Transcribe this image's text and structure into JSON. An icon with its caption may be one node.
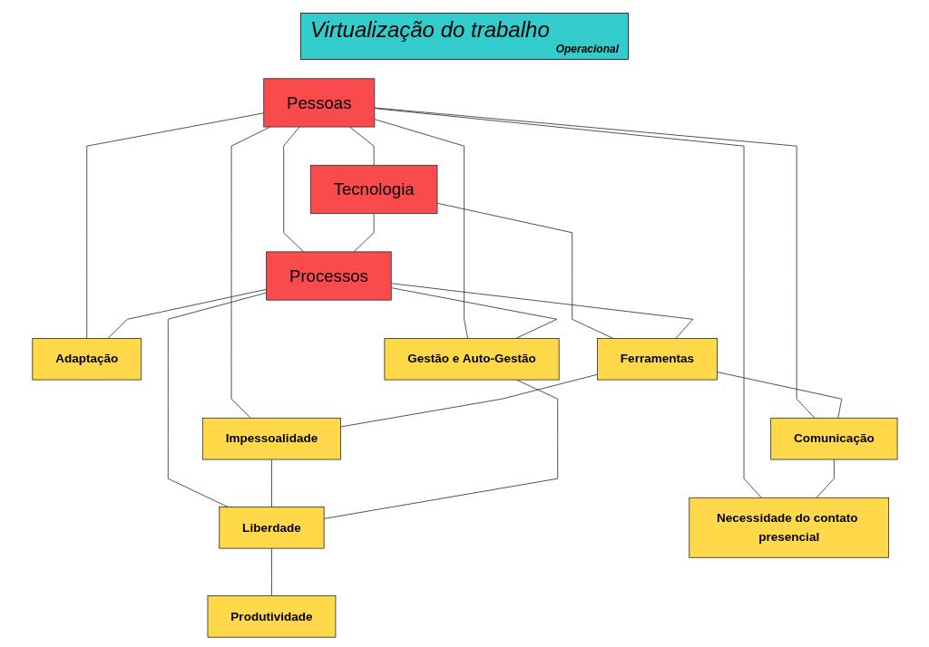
{
  "diagram": {
    "nodes": [
      {
        "text": [
          "Virtualização do trabalho",
          "Operacional"
        ]
      },
      {
        "text": [
          "Pessoas"
        ]
      },
      {
        "text": [
          "Tecnologia"
        ]
      },
      {
        "text": [
          "Processos"
        ]
      },
      {
        "text": [
          "Adaptação"
        ]
      },
      {
        "text": [
          "Ferramentas"
        ]
      },
      {
        "text": [
          "Impessoalidade"
        ]
      },
      {
        "text": [
          "Comunicação"
        ]
      },
      {
        "text": [
          "Gestão e Auto-Gestão"
        ]
      },
      {
        "text": [
          "Liberdade"
        ]
      },
      {
        "text": [
          "Necessidade do contato presencial"
        ]
      },
      {
        "text": [
          "Produtividade"
        ]
      }
    ],
    "edges": [
      {
        "from": 1,
        "to": 2,
        "arrow": "none"
      },
      {
        "from": 1,
        "to": 3,
        "arrow": "none"
      },
      {
        "from": 1,
        "to": 4,
        "arrow": "none"
      },
      {
        "from": 1,
        "to": 8,
        "arrow": "none"
      },
      {
        "from": 1,
        "to": 6,
        "arrow": "none"
      },
      {
        "from": 1,
        "to": 10,
        "arrow": "none"
      },
      {
        "from": 1,
        "to": 7,
        "arrow": "none"
      },
      {
        "from": 2,
        "to": 3,
        "arrow": "none"
      },
      {
        "from": 2,
        "to": 5,
        "arrow": "none"
      },
      {
        "from": 3,
        "to": 4,
        "arrow": "none"
      },
      {
        "from": 3,
        "to": 8,
        "arrow": "none"
      },
      {
        "from": 3,
        "to": 9,
        "arrow": "none"
      },
      {
        "from": 3,
        "to": 5,
        "arrow": "none"
      },
      {
        "from": 5,
        "to": 6,
        "arrow": "none"
      },
      {
        "from": 5,
        "to": 7,
        "arrow": "none"
      },
      {
        "from": 6,
        "to": 9,
        "arrow": "none"
      },
      {
        "from": 8,
        "to": 9,
        "arrow": "none"
      },
      {
        "from": 9,
        "to": 11,
        "arrow": "none"
      },
      {
        "from": 7,
        "to": 10,
        "arrow": "none"
      }
    ]
  }
}
